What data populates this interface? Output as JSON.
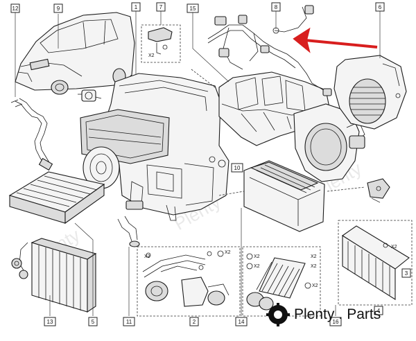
{
  "labels": {
    "l12": "12",
    "l9": "9",
    "l1": "1",
    "l7": "7",
    "l15": "15",
    "l8": "8",
    "l6": "6",
    "l10": "10",
    "l3": "3",
    "l4": "4",
    "l13": "13",
    "l5": "5",
    "l11": "11",
    "l2": "2",
    "l14": "14",
    "l16": "16"
  },
  "multipliers": {
    "m7": "X2",
    "m2a": "X2",
    "m2b": "X2",
    "m14a": "X2",
    "m14b": "X2",
    "m16a": "X2",
    "m16b": "X2",
    "m16c": "X2",
    "m3": "X2"
  },
  "watermark": {
    "text": "Plenty"
  },
  "brand": {
    "name": "Plenty",
    "dot": ".",
    "tld": "Parts"
  },
  "colors": {
    "arrow": "#d81e1e",
    "line": "#1a1a1a",
    "logo": "#111111"
  }
}
